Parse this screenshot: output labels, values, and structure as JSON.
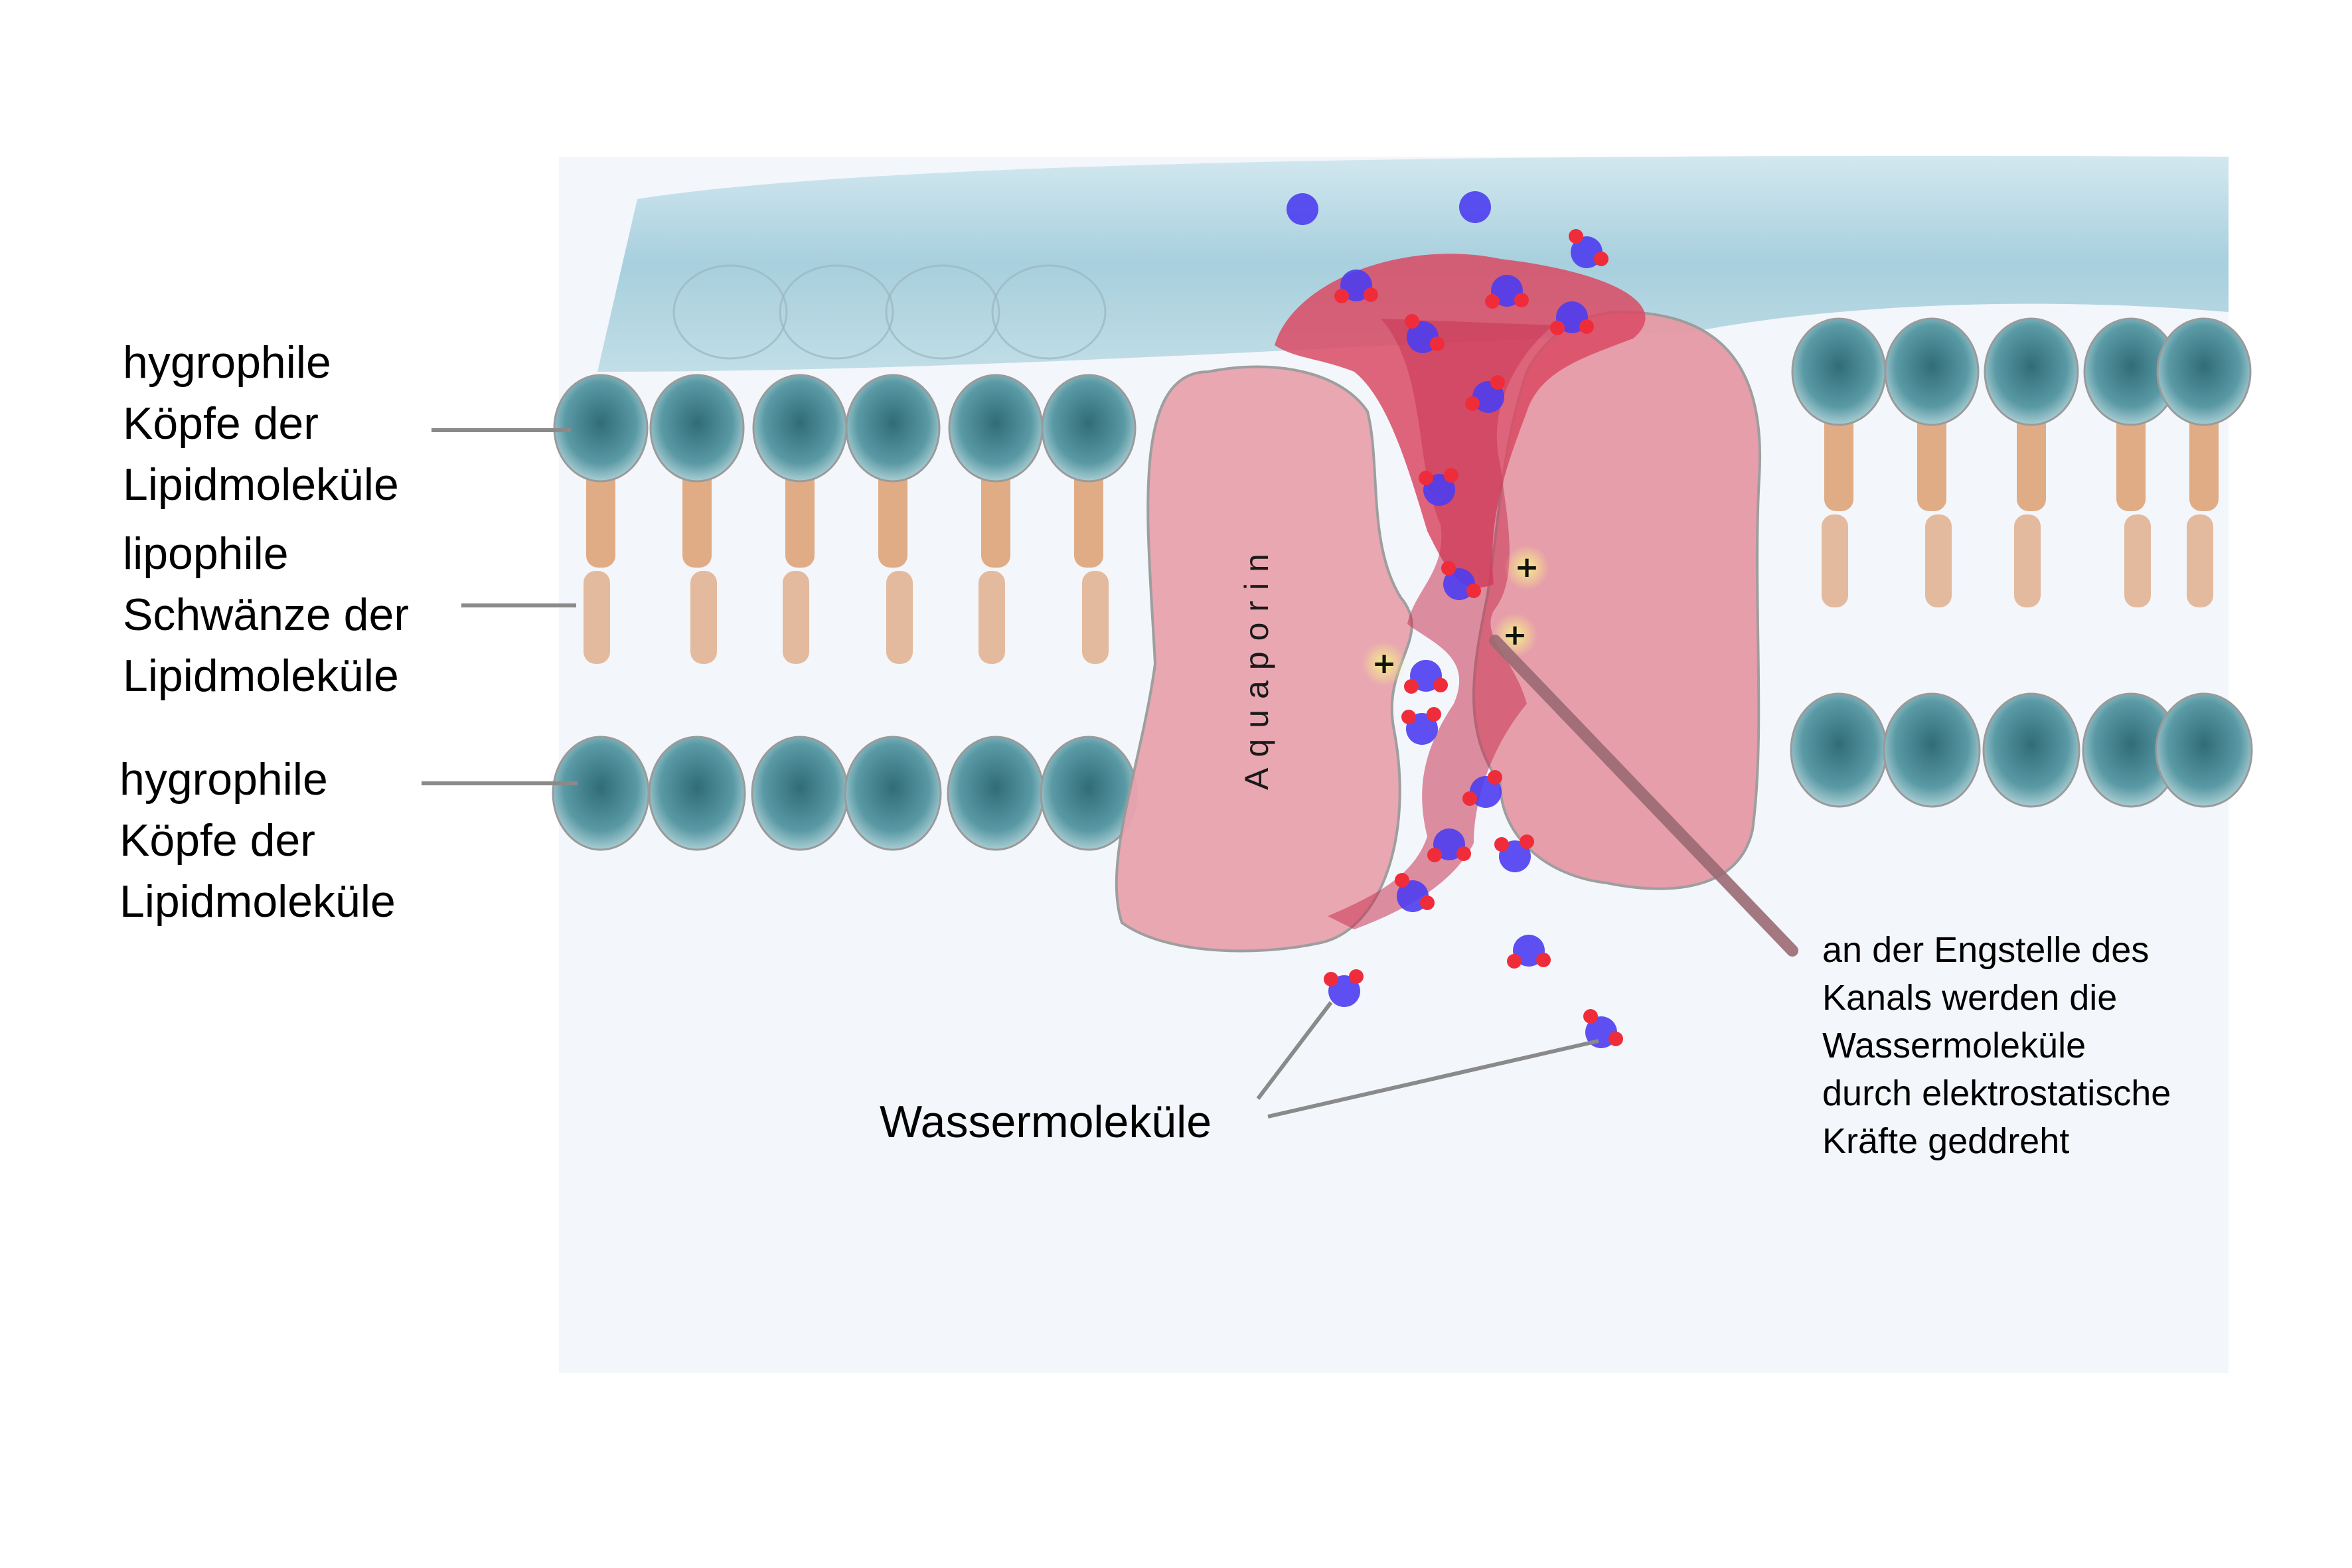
{
  "labels": {
    "heads_top": [
      "hygrophile",
      "Köpfe der",
      "Lipidmoleküle"
    ],
    "tails": [
      "lipophile",
      "Schwänze der",
      "Lipidmoleküle"
    ],
    "heads_bottom": [
      "hygrophile",
      "Köpfe der",
      "Lipidmoleküle"
    ],
    "protein": "Aquaporin",
    "water": "Wassermoleküle",
    "note": [
      "an der Engstelle des",
      "Kanals werden die",
      "Wassermoleküle",
      "durch elektrostatische",
      "Kräfte geddreht"
    ]
  },
  "charges": [
    "+",
    "+",
    "+"
  ],
  "colors": {
    "lipid_head": "#3f7d88",
    "lipid_tail": "#d9935f",
    "protein": "#e89aa6",
    "channel": "#c8324f",
    "water_top": "#a7cfdc",
    "oxygen": "#4d3df0",
    "hydrogen": "#ef2d3a",
    "leader": "#8a8a8a",
    "arrow": "#9b6b74",
    "charge_glow": "#f4ea7a"
  }
}
